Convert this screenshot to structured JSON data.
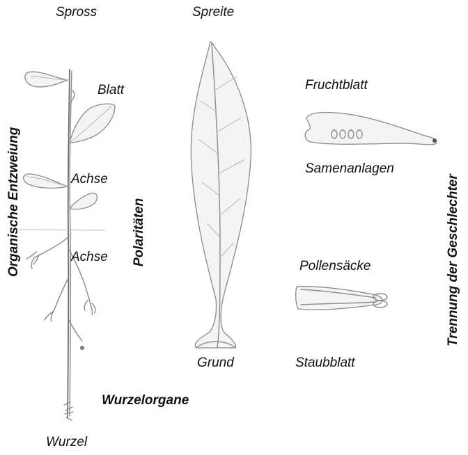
{
  "labels": {
    "spross": "Spross",
    "spreite": "Spreite",
    "blatt": "Blatt",
    "fruchtblatt": "Fruchtblatt",
    "samenanlagen": "Samenanlagen",
    "achse_top": "Achse",
    "achse_bottom": "Achse",
    "polaritaeten": "Polaritäten",
    "organische_entzweiung": "Organische Entzweiung",
    "trennung_der_geschlechter": "Trennung der Geschlechter",
    "pollensaecke": "Pollensäcke",
    "grund": "Grund",
    "staubblatt": "Staubblatt",
    "wurzelorgane": "Wurzelorgane",
    "wurzel": "Wurzel"
  }
}
